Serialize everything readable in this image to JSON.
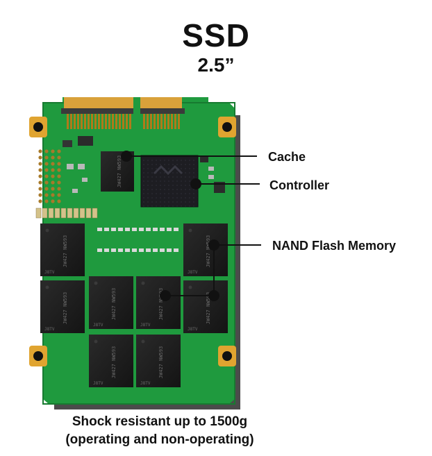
{
  "title": "SSD",
  "subtitle": "2.5”",
  "labels": {
    "cache": "Cache",
    "controller": "Controller",
    "nand": "NAND Flash Memory"
  },
  "caption": {
    "line1": "Shock resistant up to 1500g",
    "line2": "(operating and non-operating)"
  },
  "chip_markings": {
    "line1": "JW427",
    "line2": "NW593",
    "bottom": "J8TV"
  },
  "colors": {
    "pcb": "#1f9a3e",
    "chip": "#1c1c1c",
    "connector": "#d9a13a",
    "mount": "#e0a430",
    "callout": "#111111"
  }
}
